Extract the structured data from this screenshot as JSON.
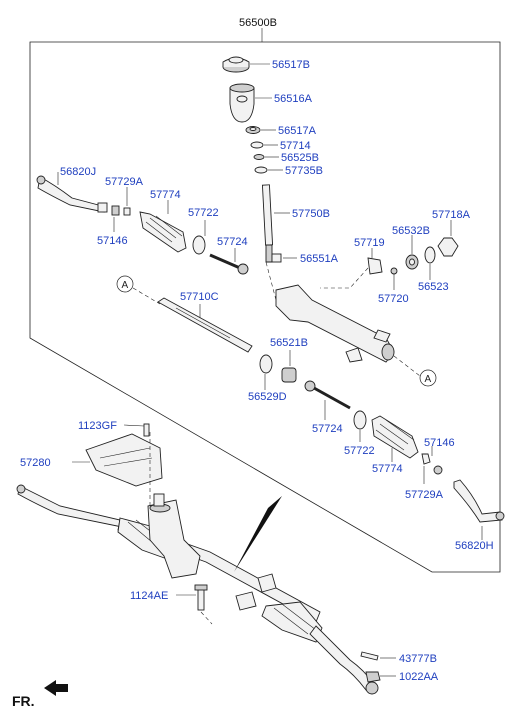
{
  "diagram": {
    "assembly_label": "56500B",
    "callout_marker": "A",
    "direction_label": "FR.",
    "parts": {
      "p56517B": "56517B",
      "p56516A": "56516A",
      "p56517A": "56517A",
      "p57714": "57714",
      "p56525B": "56525B",
      "p57735B": "57735B",
      "p56820J": "56820J",
      "p57729A_left": "57729A",
      "p57774_left": "57774",
      "p57722_left": "57722",
      "p57146_left": "57146",
      "p57750B": "57750B",
      "p57718A": "57718A",
      "p56532B": "56532B",
      "p57719": "57719",
      "p57724_left": "57724",
      "p56551A": "56551A",
      "p56523": "56523",
      "p57720": "57720",
      "p57710C": "57710C",
      "p56521B": "56521B",
      "p56529D": "56529D",
      "p57724_right": "57724",
      "p57722_right": "57722",
      "p57774_right": "57774",
      "p57146_right": "57146",
      "p57729A_right": "57729A",
      "p56820H": "56820H",
      "p1123GF": "1123GF",
      "p57280": "57280",
      "p1124AE": "1124AE",
      "p43777B": "43777B",
      "p1022AA": "1022AA"
    }
  }
}
